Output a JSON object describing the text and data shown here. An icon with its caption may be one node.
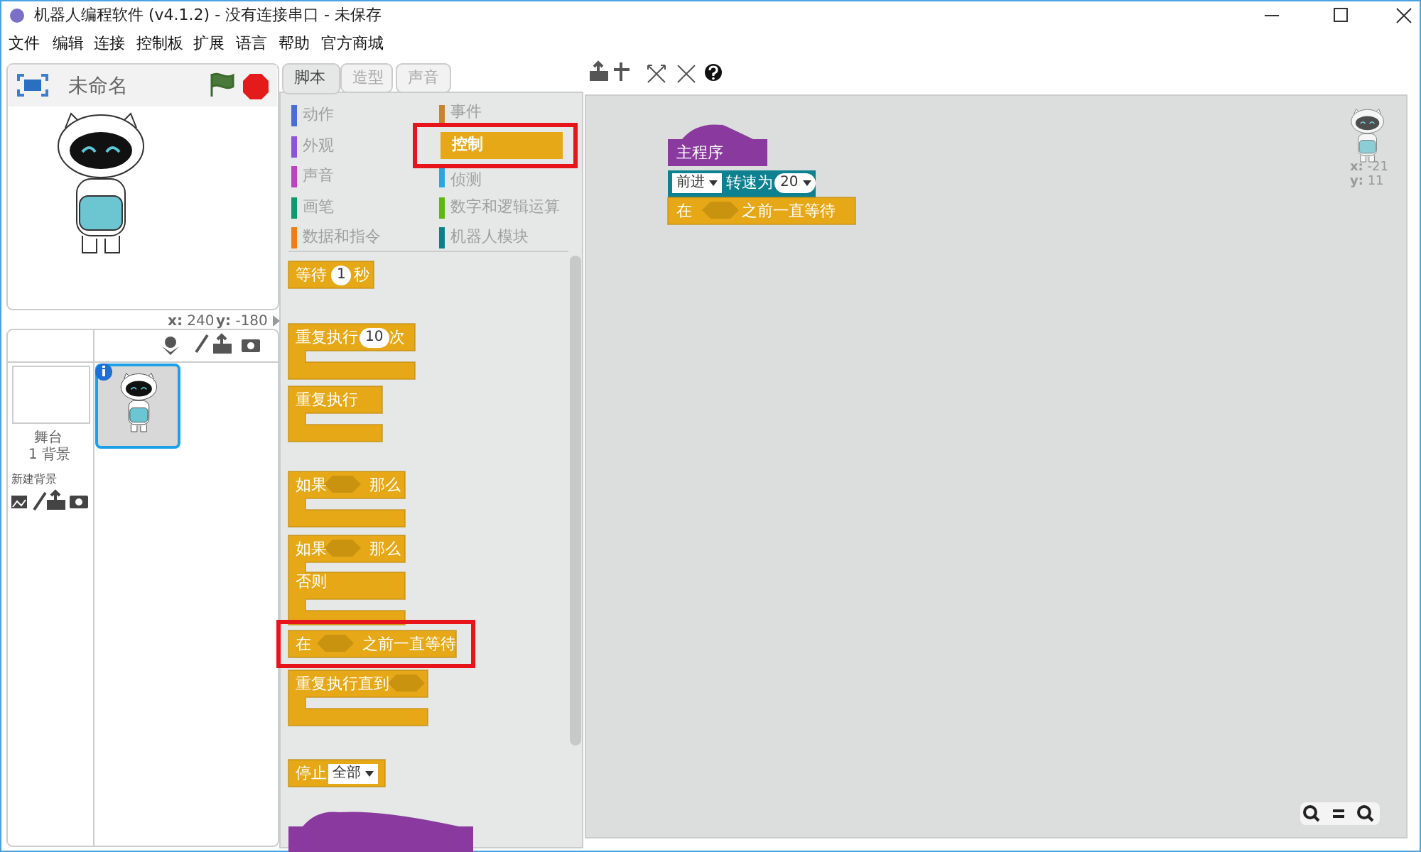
{
  "diagram": {
    "labels": [
      "机器人编程软件 (v4.1.2) - 没有连接串口 - 未保存",
      "文件",
      "编辑",
      "连接",
      "控制板",
      "扩展",
      "语言",
      "帮助",
      "官方商城",
      "未命名",
      "脚本",
      "造型",
      "声音",
      "动作",
      "事件",
      "外观",
      "控制",
      "声音",
      "侦测",
      "画笔",
      "数字和逻辑运算",
      "数据和指令",
      "机器人模块",
      "**x:** 240",
      "**y:** -180",
      "舞台",
      "1 背景",
      "新建背景",
      "等待",
      "1",
      "秒",
      "重复执行",
      "10",
      "次",
      "重复执行",
      "如果",
      "那么",
      "如果",
      "那么",
      "否则",
      "在",
      "之前一直等待",
      "重复执行直到",
      "停止",
      "全部",
      "主程序",
      "前进",
      "转速为",
      "20",
      "在",
      "之前一直等待",
      "**x:** -21",
      "**y:** 11"
    ]
  }
}
